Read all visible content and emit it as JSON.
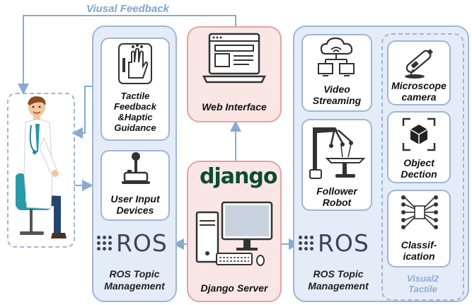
{
  "title": "Viusal Feedback",
  "left_panel": {
    "tactile_label": "Tactile\nFeedback\n&Haptic\nGuidance",
    "input_label": "User Input\nDevices",
    "ros": "ROS",
    "topic_label": "ROS Topic\nManagement"
  },
  "center": {
    "web_label": "Web Interface",
    "django_logo": "django",
    "server_label": "Django Server"
  },
  "right_panel": {
    "video_label": "Video\nStreaming",
    "robot_label": "Follower\nRobot",
    "ros": "ROS",
    "topic_label": "ROS Topic\nManagement",
    "sub_title": "Visual2\nTactile",
    "microscope_label": "Microscope\ncamera",
    "detection_label": "Object\nDection",
    "classification_label": "Classif-\nication"
  },
  "colors": {
    "panel_blue": "#e4ecf7",
    "border_blue": "#9fb6d6",
    "panel_red": "#fbe6e6",
    "border_red": "#e3a3a3",
    "django_green": "#0c4b33"
  }
}
